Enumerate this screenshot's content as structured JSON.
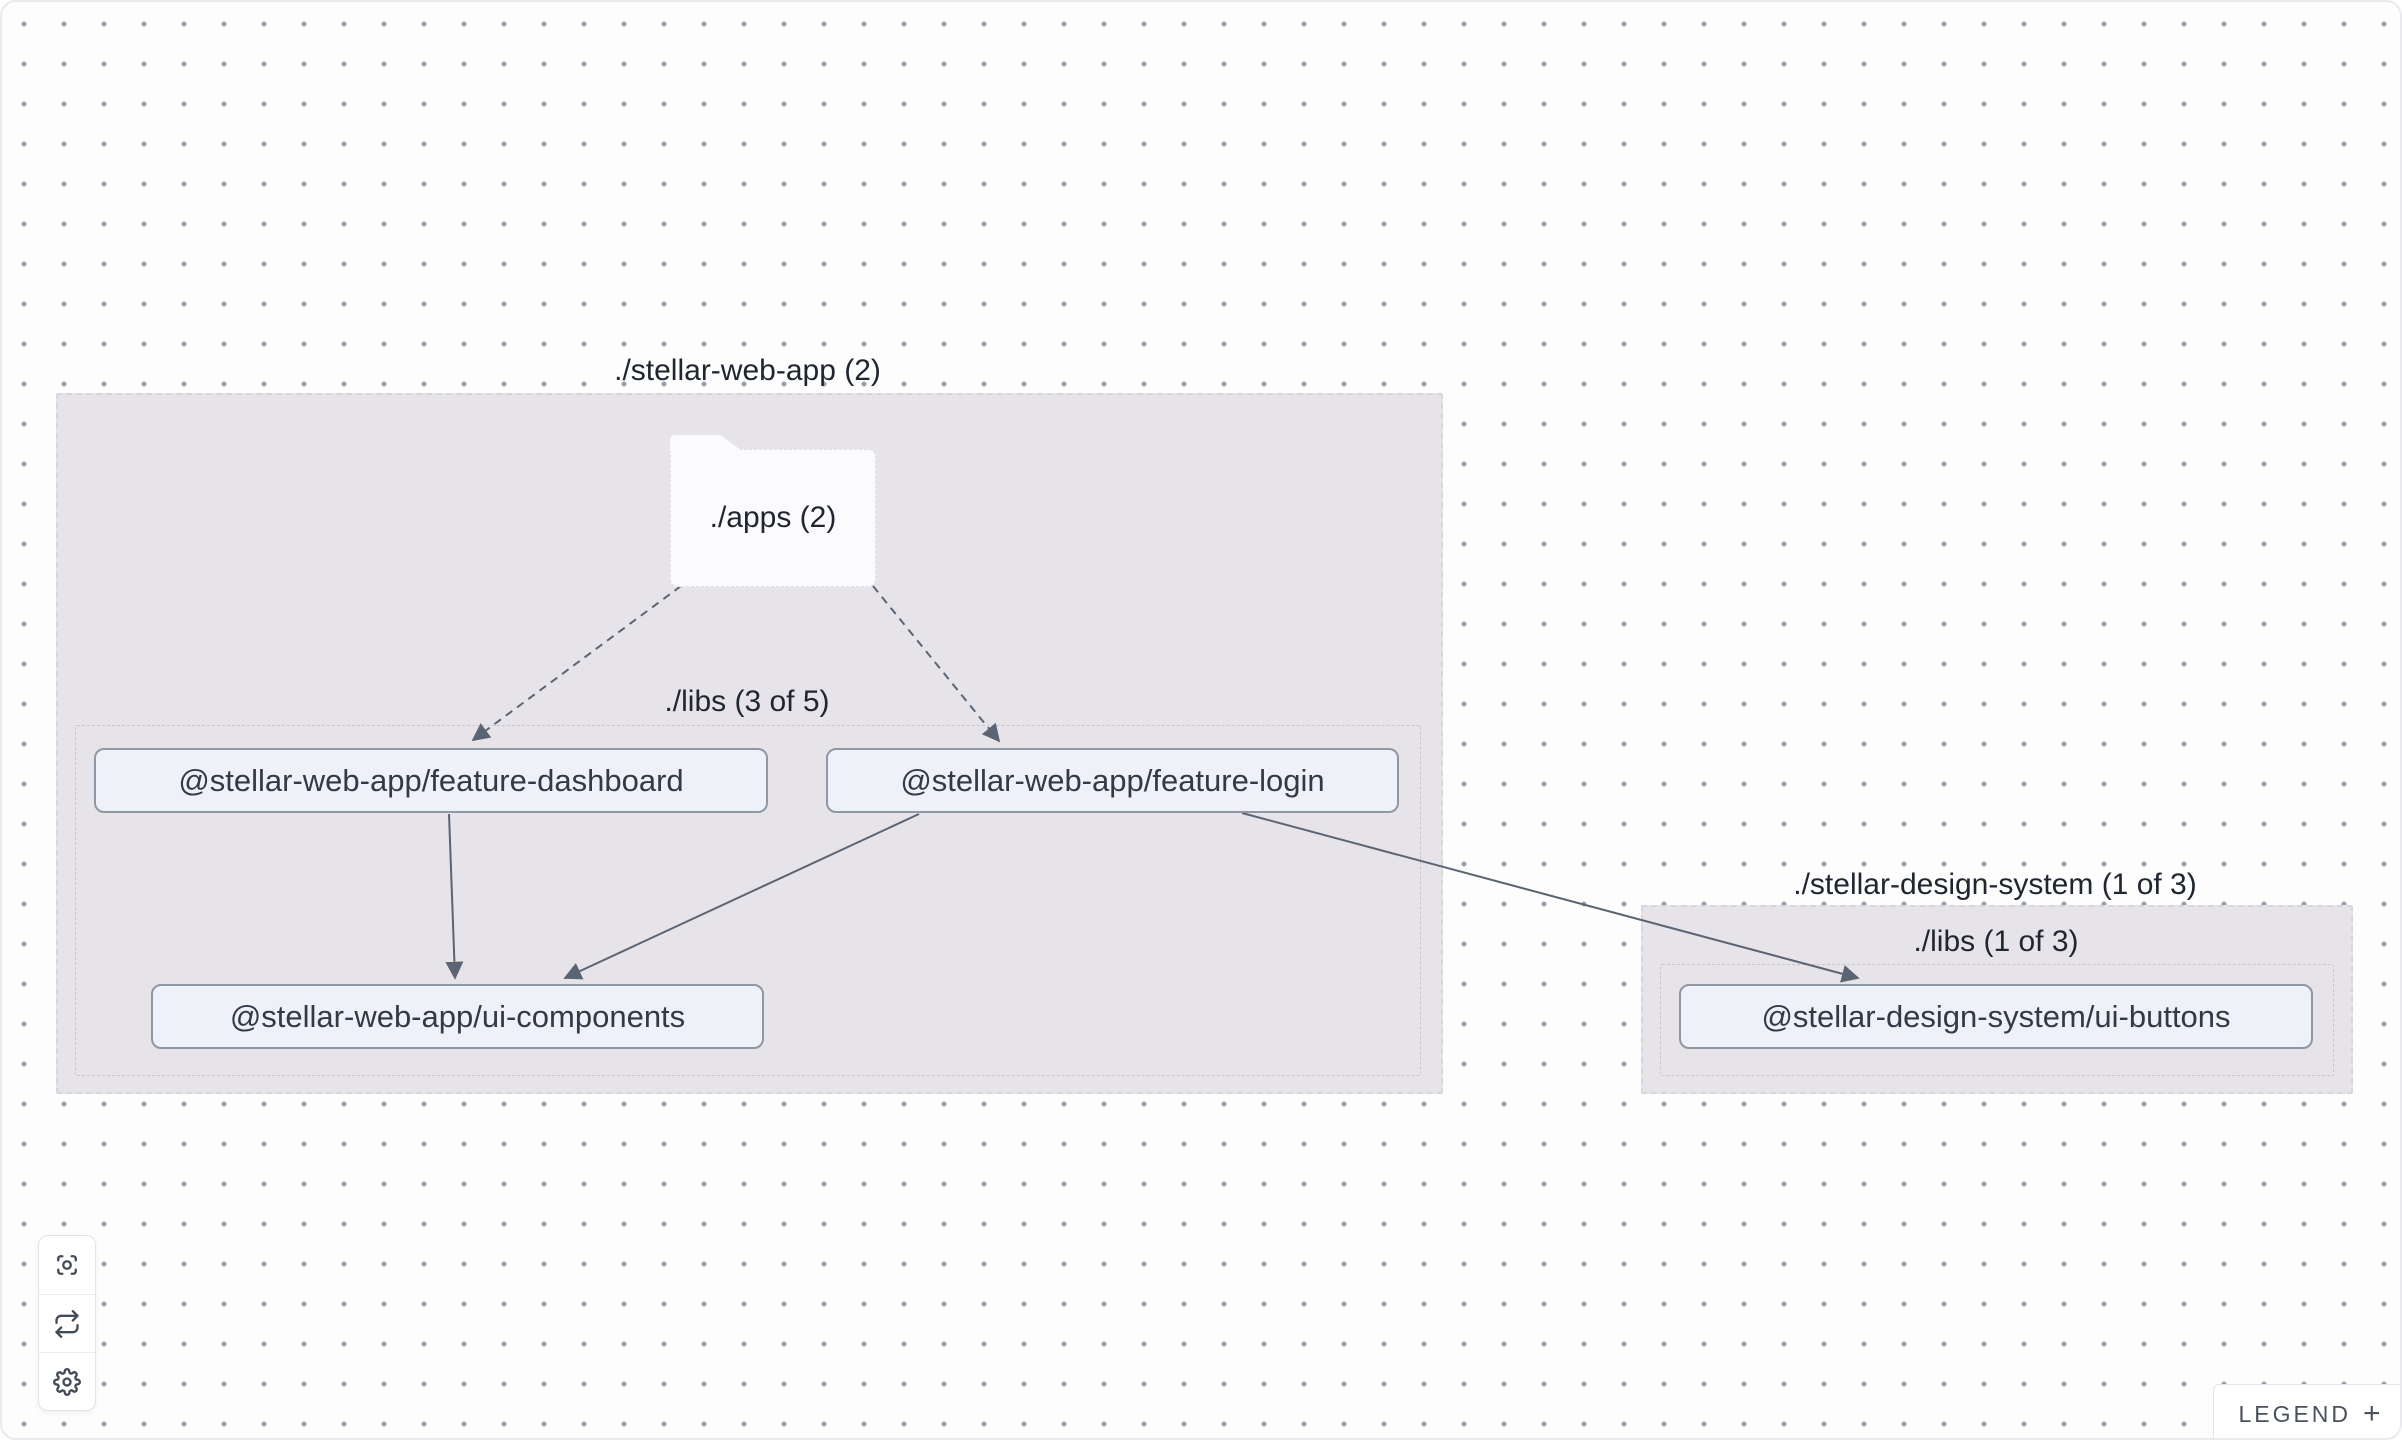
{
  "graph": {
    "groups": {
      "webapp": {
        "label": "./stellar-web-app (2)"
      },
      "webapp_libs": {
        "label": "./libs (3 of 5)"
      },
      "apps_folder": {
        "label": "./apps (2)"
      },
      "design": {
        "label": "./stellar-design-system (1 of 3)"
      },
      "design_libs": {
        "label": "./libs (1 of 3)"
      }
    },
    "nodes": {
      "feature_dashboard": {
        "label": "@stellar-web-app/feature-dashboard"
      },
      "feature_login": {
        "label": "@stellar-web-app/feature-login"
      },
      "ui_components": {
        "label": "@stellar-web-app/ui-components"
      },
      "ui_buttons": {
        "label": "@stellar-design-system/ui-buttons"
      }
    },
    "edges": [
      {
        "from": "./apps",
        "to": "@stellar-web-app/feature-dashboard",
        "style": "dashed"
      },
      {
        "from": "./apps",
        "to": "@stellar-web-app/feature-login",
        "style": "dashed"
      },
      {
        "from": "@stellar-web-app/feature-dashboard",
        "to": "@stellar-web-app/ui-components",
        "style": "solid"
      },
      {
        "from": "@stellar-web-app/feature-login",
        "to": "@stellar-web-app/ui-components",
        "style": "solid"
      },
      {
        "from": "@stellar-web-app/feature-login",
        "to": "@stellar-design-system/ui-buttons",
        "style": "solid"
      }
    ]
  },
  "toolbar": {
    "buttons": [
      {
        "name": "focus",
        "icon": "focus-icon"
      },
      {
        "name": "refresh",
        "icon": "refresh-cycle-icon"
      },
      {
        "name": "settings",
        "icon": "gear-icon"
      }
    ]
  },
  "legend": {
    "label": "LEGEND",
    "expand_symbol": "+"
  },
  "colors": {
    "canvas_bg": "#fdfdfe",
    "dot_grid": "#94a0b0",
    "group_fill": "#e7e4e9",
    "node_fill": "#eef1f8",
    "node_border": "#8f97a4",
    "edge": "#5b6472"
  }
}
